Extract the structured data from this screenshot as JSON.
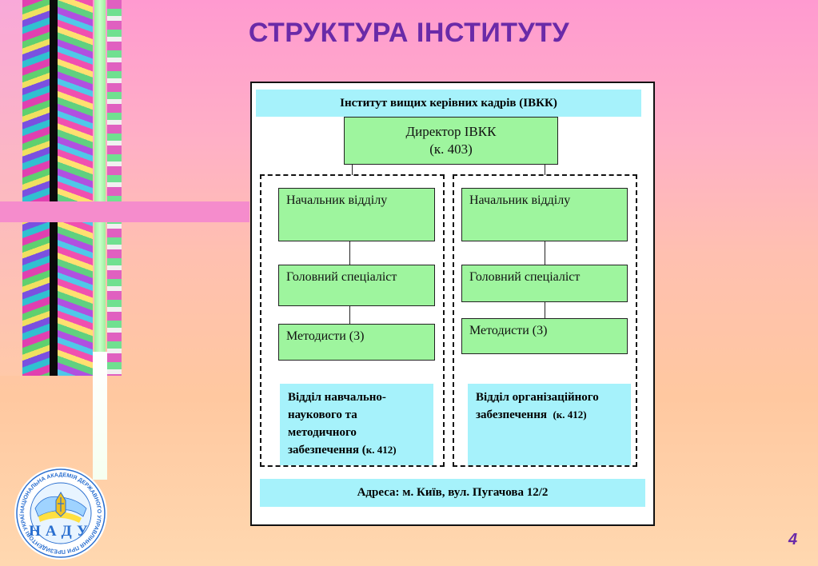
{
  "slide": {
    "title": "СТРУКТУРА ІНСТИТУТУ",
    "page_number": "4"
  },
  "diagram": {
    "header": "Інститут вищих керівних кадрів (ІВКК)",
    "director": {
      "line1": "Директор ІВКК",
      "line2": "(к. 403)"
    },
    "left_group": {
      "head": "Начальник відділу",
      "specialist": "Головний спеціаліст",
      "methodists": "Методисти (3)",
      "dept_name": "Відділ навчально-наукового та методичного забезпечення (",
      "dept_room": "к. 412)"
    },
    "right_group": {
      "head": "Начальник відділу",
      "specialist": "Головний спеціаліст",
      "methodists": "Методисти (3)",
      "dept_name": "Відділ організаційного забезпечення",
      "dept_room": "(к. 412)"
    },
    "address": "Адреса: м. Київ, вул. Пугачова 12/2"
  },
  "logo": {
    "letters": "НАДУ",
    "ring_text": "НАЦІОНАЛЬНА АКАДЕМІЯ ДЕРЖАВНОГО УПРАВЛІННЯ ПРИ ПРЕЗИДЕНТОВІ УКРАЇНИ"
  },
  "colors": {
    "title": "#6a2aa8",
    "box_green": "#9ef59e",
    "box_cyan": "#a6f2fb",
    "background_top": "#ff9ad0",
    "background_bottom": "#ffd8b0"
  }
}
